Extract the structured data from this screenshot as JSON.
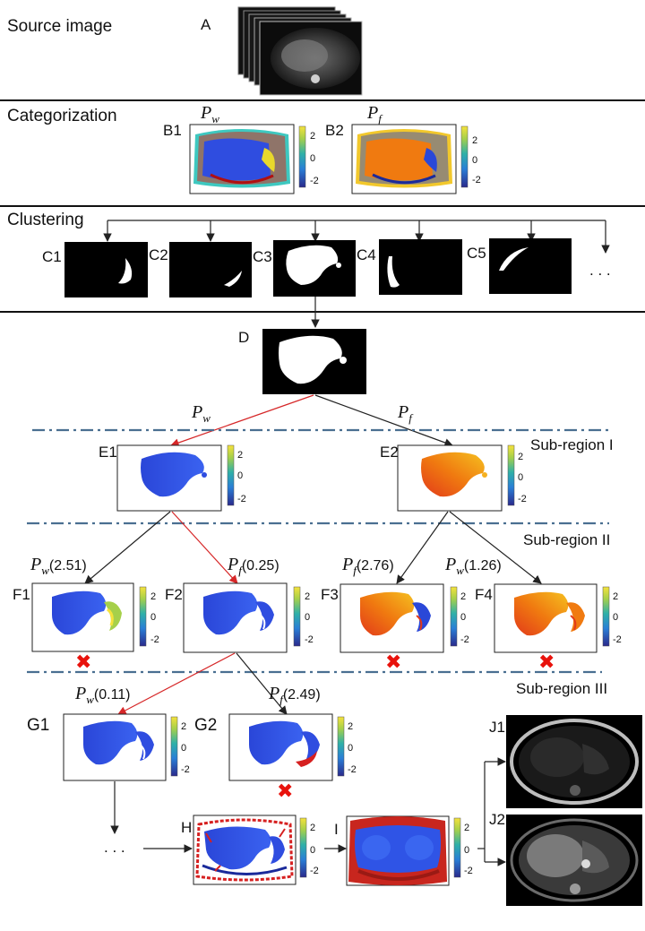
{
  "sections": {
    "source": "Source image",
    "categorization": "Categorization",
    "clustering": "Clustering"
  },
  "panels": {
    "A": "A",
    "B1": "B1",
    "B2": "B2",
    "C1": "C1",
    "C2": "C2",
    "C3": "C3",
    "C4": "C4",
    "C5": "C5",
    "D": "D",
    "E1": "E1",
    "E2": "E2",
    "F1": "F1",
    "F2": "F2",
    "F3": "F3",
    "F4": "F4",
    "G1": "G1",
    "G2": "G2",
    "H": "H",
    "I": "I",
    "J1": "J1",
    "J2": "J2"
  },
  "symbols": {
    "P": "P",
    "w": "w",
    "f": "f"
  },
  "edge_values": {
    "F1": "(2.51)",
    "F2": "(0.25)",
    "F3": "(2.76)",
    "F4": "(1.26)",
    "G1": "(0.11)",
    "G2": "(2.49)"
  },
  "subregions": {
    "r1": "Sub-region I",
    "r2": "Sub-region II",
    "r3": "Sub-region III"
  },
  "colorbar_ticks": {
    "top": "2",
    "mid": "0",
    "bottom": "-2"
  },
  "ellipsis": ". . .",
  "colors": {
    "red_arrow": "#d62728",
    "black_arrow": "#222222",
    "dashdot": "#4a6f91",
    "reject_x": "#e8120c",
    "pw_blue": "#2e4fe0",
    "pf_orange": "#f07a10"
  }
}
